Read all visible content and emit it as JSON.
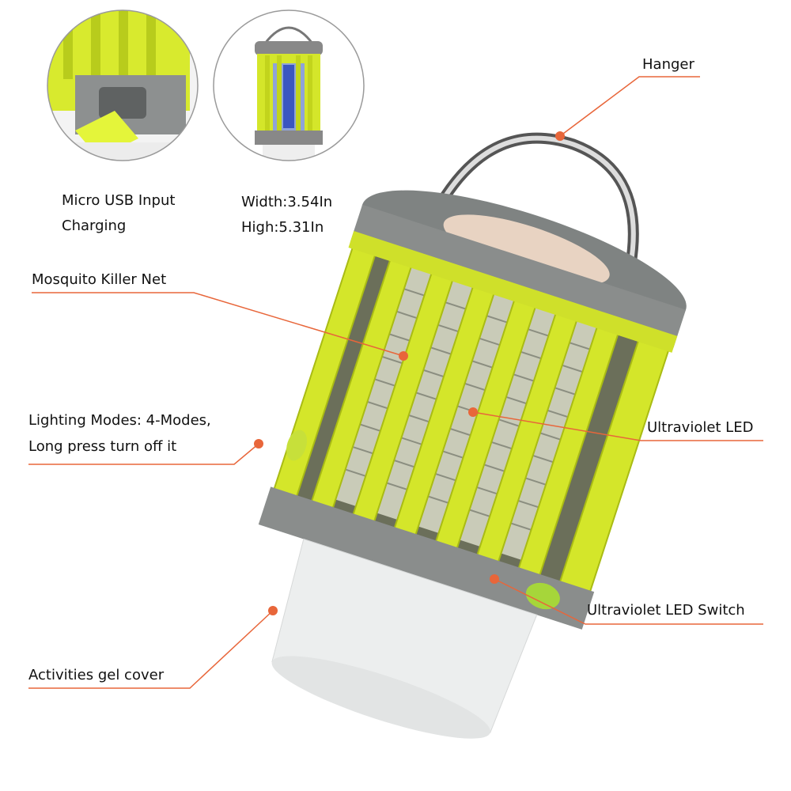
{
  "colors": {
    "accent": "#e8663a",
    "cage": "#d4e62a",
    "housing": "#8a8d8c",
    "diffuser": "#eceeee"
  },
  "insets": {
    "usb": {
      "line1": "Micro USB Input",
      "line2": "Charging"
    },
    "size": {
      "width": "Width:3.54In",
      "height": "High:5.31In"
    }
  },
  "callouts": {
    "hanger": "Hanger",
    "net": "Mosquito Killer Net",
    "modes_line1": "Lighting Modes: 4-Modes,",
    "modes_line2": "Long press turn off it",
    "uv_led": "Ultraviolet LED",
    "uv_switch": "Ultraviolet LED Switch",
    "gel_cover": "Activities gel cover"
  }
}
